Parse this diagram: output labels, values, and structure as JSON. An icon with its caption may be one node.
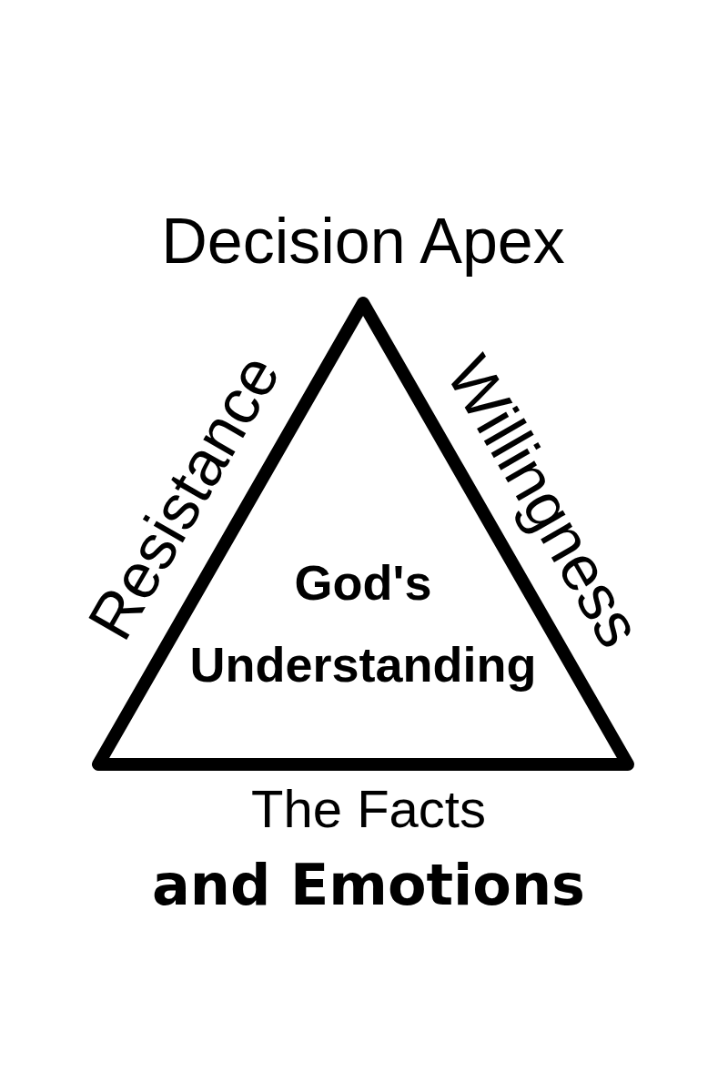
{
  "diagram": {
    "nodes": [
      {
        "text": [
          "God's Understanding"
        ]
      }
    ],
    "labels": [
      "Decision Apex",
      "Resistance",
      "Willingness",
      "The Facts",
      "and Emotions"
    ]
  }
}
